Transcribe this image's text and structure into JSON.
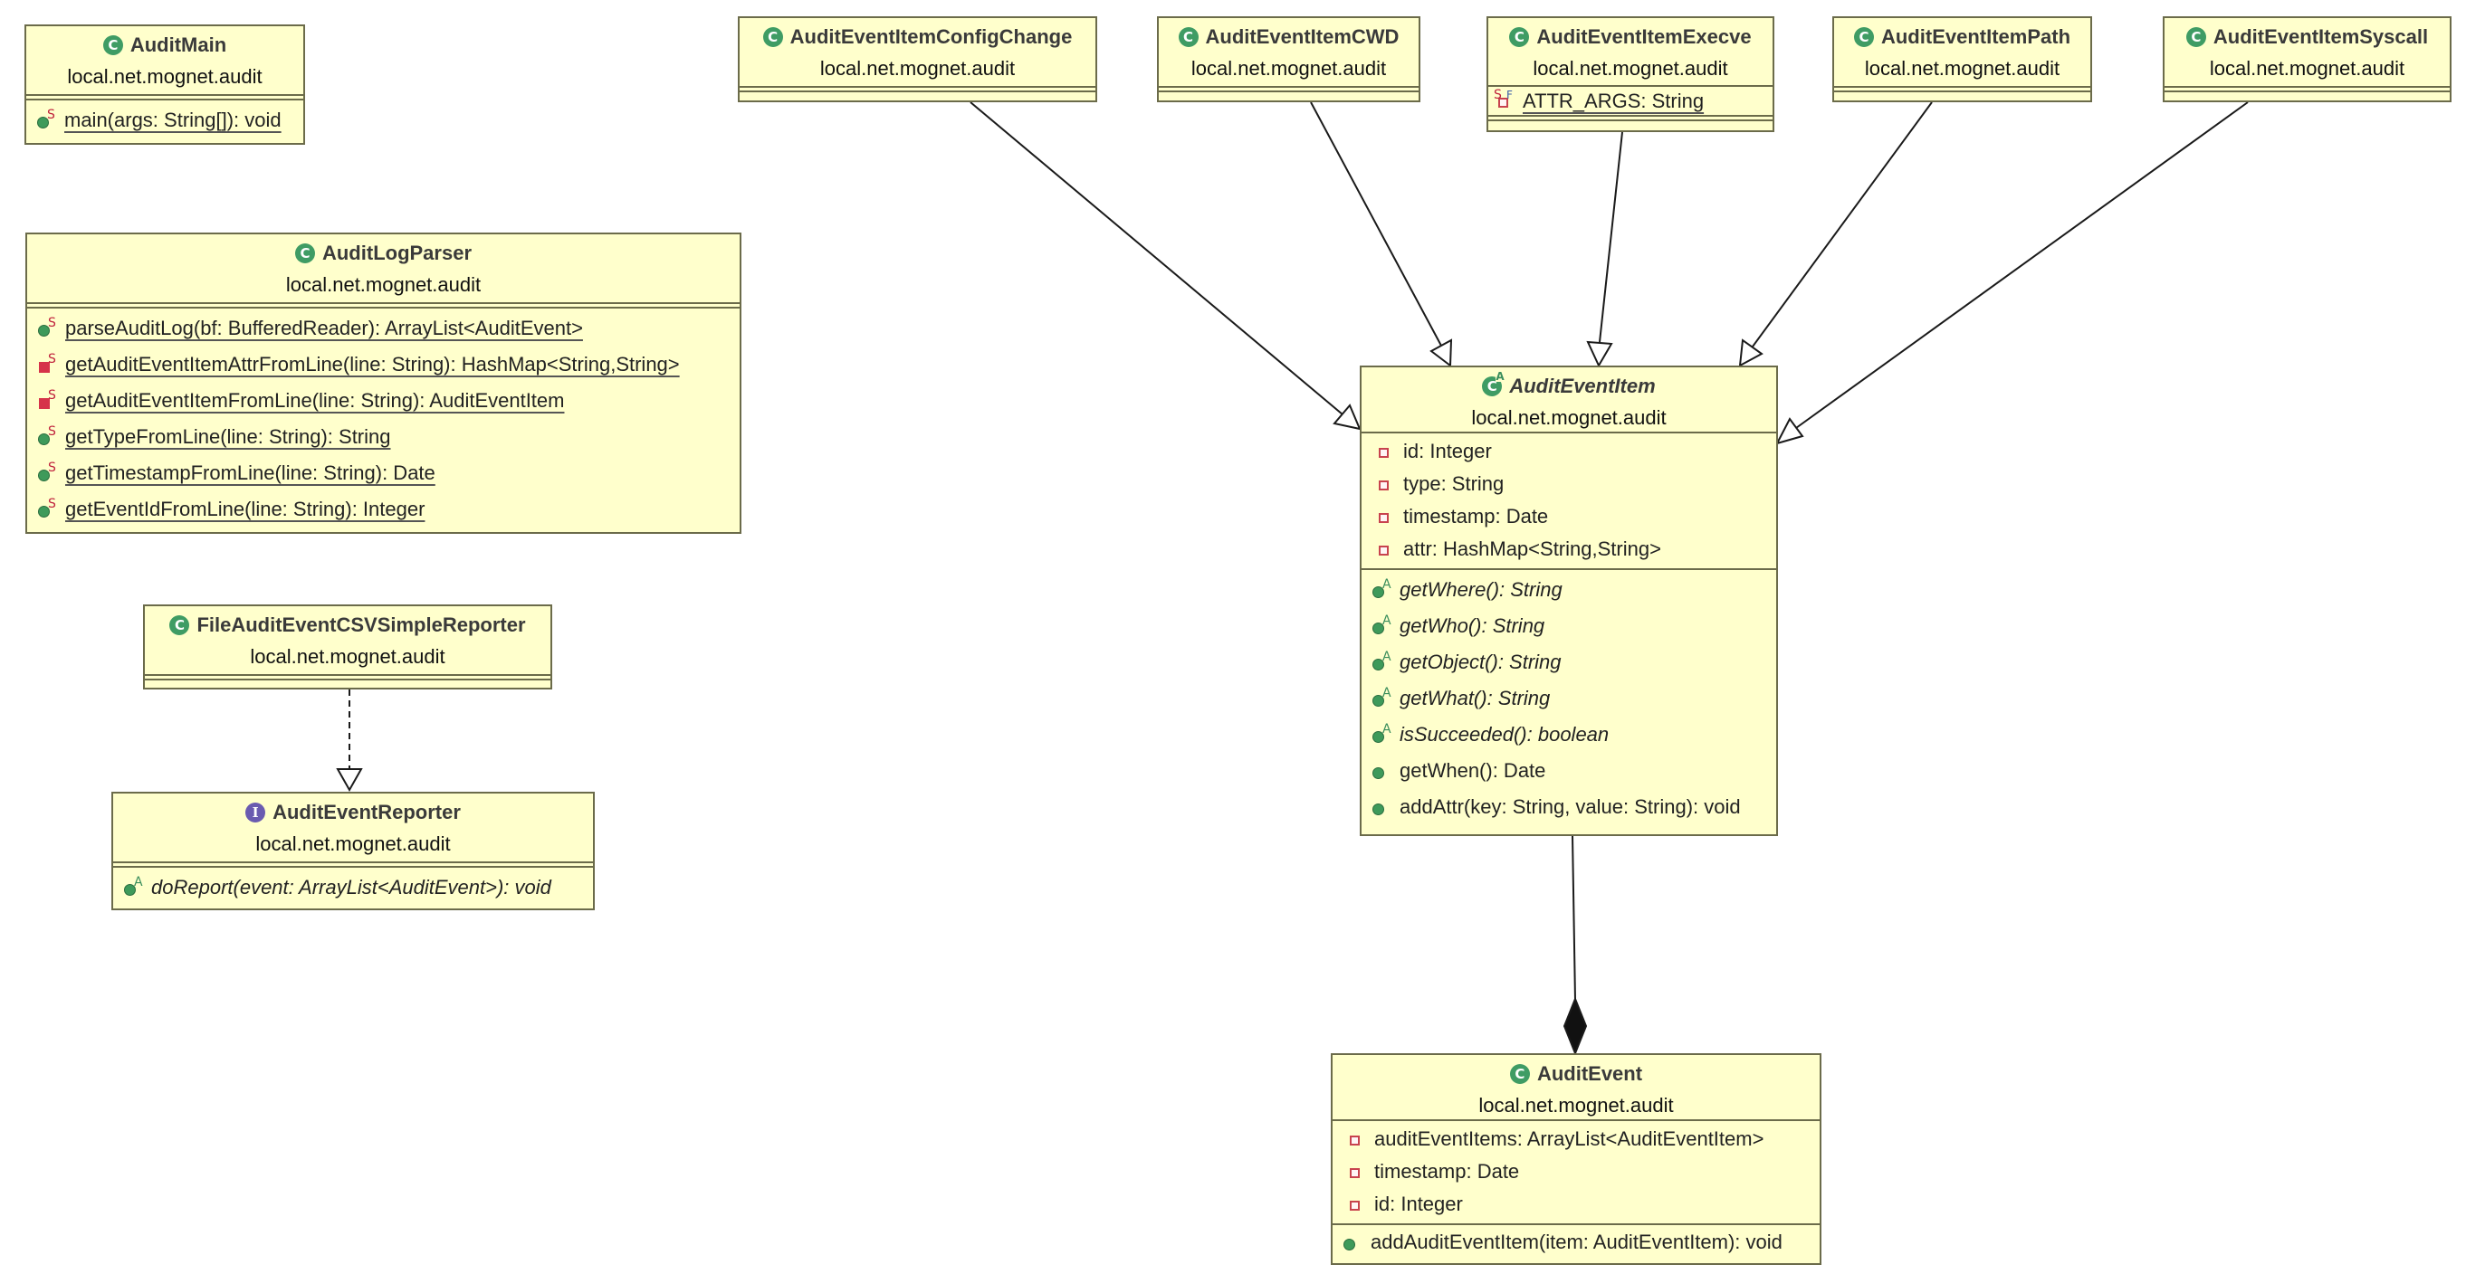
{
  "colors": {
    "box_fill": "#ffffcc",
    "box_border": "#6b6b4a",
    "class_icon": "#3f9c64",
    "interface_icon": "#6a5bb0",
    "private_marker": "#c8434e",
    "static_marker": "#c0223c"
  },
  "classes": {
    "audit_main": {
      "name": "AuditMain",
      "package": "local.net.mognet.audit",
      "methods": [
        {
          "text": "main(args: String[]): void",
          "icon": "public-static"
        }
      ]
    },
    "audit_log_parser": {
      "name": "AuditLogParser",
      "package": "local.net.mognet.audit",
      "methods": [
        {
          "text": "parseAuditLog(bf: BufferedReader): ArrayList<AuditEvent>",
          "icon": "public-static"
        },
        {
          "text": "getAuditEventItemAttrFromLine(line: String): HashMap<String,String>",
          "icon": "private-static"
        },
        {
          "text": "getAuditEventItemFromLine(line: String): AuditEventItem",
          "icon": "private-static"
        },
        {
          "text": "getTypeFromLine(line: String): String",
          "icon": "public-static"
        },
        {
          "text": "getTimestampFromLine(line: String): Date",
          "icon": "public-static"
        },
        {
          "text": "getEventIdFromLine(line: String): Integer",
          "icon": "public-static"
        }
      ]
    },
    "file_reporter": {
      "name": "FileAuditEventCSVSimpleReporter",
      "package": "local.net.mognet.audit"
    },
    "audit_event_reporter": {
      "name": "AuditEventReporter",
      "package": "local.net.mognet.audit",
      "methods": [
        {
          "text": "doReport(event: ArrayList<AuditEvent>): void",
          "icon": "public-abstract"
        }
      ]
    },
    "item_config_change": {
      "name": "AuditEventItemConfigChange",
      "package": "local.net.mognet.audit"
    },
    "item_cwd": {
      "name": "AuditEventItemCWD",
      "package": "local.net.mognet.audit"
    },
    "item_execve": {
      "name": "AuditEventItemExecve",
      "package": "local.net.mognet.audit",
      "attributes": [
        {
          "text": "ATTR_ARGS: String",
          "icon": "static-final"
        }
      ]
    },
    "item_path": {
      "name": "AuditEventItemPath",
      "package": "local.net.mognet.audit"
    },
    "item_syscall": {
      "name": "AuditEventItemSyscall",
      "package": "local.net.mognet.audit"
    },
    "audit_event_item": {
      "name": "AuditEventItem",
      "package": "local.net.mognet.audit",
      "attributes": [
        {
          "text": "id: Integer",
          "icon": "private"
        },
        {
          "text": "type: String",
          "icon": "private"
        },
        {
          "text": "timestamp: Date",
          "icon": "private"
        },
        {
          "text": "attr: HashMap<String,String>",
          "icon": "private"
        }
      ],
      "methods": [
        {
          "text": "getWhere(): String",
          "icon": "public-abstract"
        },
        {
          "text": "getWho(): String",
          "icon": "public-abstract"
        },
        {
          "text": "getObject(): String",
          "icon": "public-abstract"
        },
        {
          "text": "getWhat(): String",
          "icon": "public-abstract"
        },
        {
          "text": "isSucceeded(): boolean",
          "icon": "public-abstract"
        },
        {
          "text": "getWhen(): Date",
          "icon": "public"
        },
        {
          "text": "addAttr(key: String, value: String): void",
          "icon": "public"
        }
      ]
    },
    "audit_event": {
      "name": "AuditEvent",
      "package": "local.net.mognet.audit",
      "attributes": [
        {
          "text": "auditEventItems: ArrayList<AuditEventItem>",
          "icon": "private"
        },
        {
          "text": "timestamp: Date",
          "icon": "private"
        },
        {
          "text": "id: Integer",
          "icon": "private"
        }
      ],
      "methods": [
        {
          "text": "addAuditEventItem(item: AuditEventItem): void",
          "icon": "public"
        }
      ]
    }
  },
  "relations": [
    {
      "type": "generalization",
      "from": "AuditEventItemConfigChange",
      "to": "AuditEventItem"
    },
    {
      "type": "generalization",
      "from": "AuditEventItemCWD",
      "to": "AuditEventItem"
    },
    {
      "type": "generalization",
      "from": "AuditEventItemExecve",
      "to": "AuditEventItem"
    },
    {
      "type": "generalization",
      "from": "AuditEventItemPath",
      "to": "AuditEventItem"
    },
    {
      "type": "generalization",
      "from": "AuditEventItemSyscall",
      "to": "AuditEventItem"
    },
    {
      "type": "realization",
      "from": "FileAuditEventCSVSimpleReporter",
      "to": "AuditEventReporter"
    },
    {
      "type": "composition",
      "from": "AuditEventItem",
      "to": "AuditEvent"
    }
  ]
}
